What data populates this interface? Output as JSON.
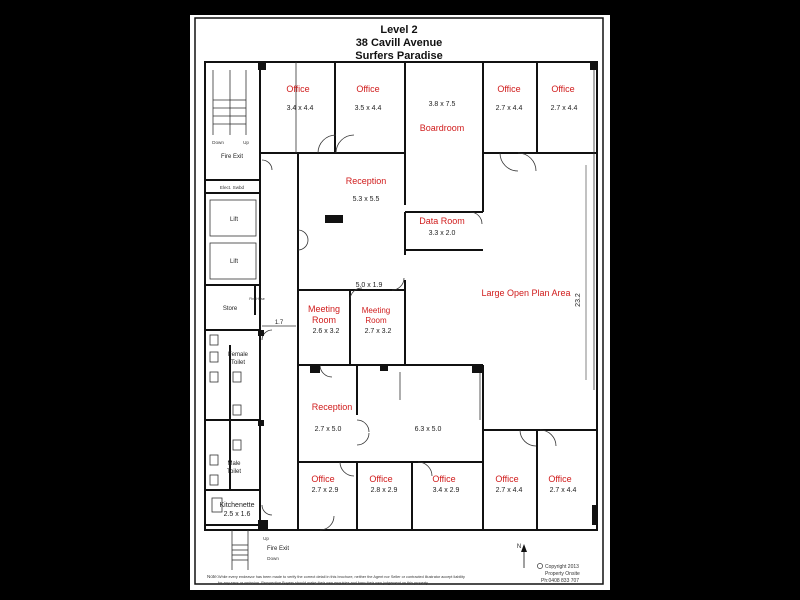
{
  "header": {
    "line1": "Level 2",
    "line2": "38 Cavill Avenue",
    "line3": "Surfers Paradise"
  },
  "rooms": {
    "office_1": {
      "name": "Office",
      "size": "3.4 x 4.4"
    },
    "office_2": {
      "name": "Office",
      "size": "3.5 x 4.4"
    },
    "boardroom": {
      "name": "Boardroom",
      "size": "3.8 x 7.5"
    },
    "office_3": {
      "name": "Office",
      "size": "2.7 x 4.4"
    },
    "office_4": {
      "name": "Office",
      "size": "2.7 x 4.4"
    },
    "reception_1": {
      "name": "Reception",
      "size": "5.3 x 5.5"
    },
    "data_room": {
      "name": "Data Room",
      "size": "3.3 x 2.0"
    },
    "lobby": {
      "size": "5.0 x 1.9"
    },
    "open_plan": {
      "name": "Large Open Plan Area",
      "size": "23.2"
    },
    "meeting_1": {
      "name_l1": "Meeting",
      "name_l2": "Room",
      "size": "2.6 x 3.2"
    },
    "meeting_2": {
      "name_l1": "Meeting",
      "name_l2": "Room",
      "size": "2.7 x 3.2"
    },
    "reception_2": {
      "name": "Reception",
      "size": "2.7 x 5.0"
    },
    "central": {
      "size": "6.3 x 5.0"
    },
    "office_5": {
      "name": "Office",
      "size": "2.7 x 2.9"
    },
    "office_6": {
      "name": "Office",
      "size": "2.8 x 2.9"
    },
    "office_7": {
      "name": "Office",
      "size": "3.4 x 2.9"
    },
    "office_8": {
      "name": "Office",
      "size": "2.7 x 4.4"
    },
    "office_9": {
      "name": "Office",
      "size": "2.7 x 4.4"
    },
    "kitchenette": {
      "name": "Kitchenette",
      "size": "2.5 x 1.6"
    }
  },
  "service": {
    "fire_exit_top": "Fire Exit",
    "down_top": "Down",
    "up_top": "Up",
    "elect": "Elect. Swbd",
    "lift_1": "Lift",
    "lift_2": "Lift",
    "store": "Store",
    "fire_hose": "Fire Hose",
    "corridor": "1.7",
    "female_l1": "Female",
    "female_l2": "Toilet",
    "male_l1": "Male",
    "male_l2": "Toilet",
    "up_bottom": "Up",
    "fire_exit_bottom": "Fire Exit",
    "down_bottom": "Down"
  },
  "footer": {
    "north": "N",
    "note_label": "Note:",
    "note_l1": "While every endeavor has been made to verify the correct detail in this brochure, neither the Agent nor Seller or contracted illustrator accept liability",
    "note_l2": "for any error or omission. Prospective Buyers should make their own enquiries and form their own judgement on this property.",
    "copyright": "Copyright 2013",
    "company": "Property Onsite",
    "phone": "Ph:0408 833 707"
  },
  "colors": {
    "room_label": "#d01c1c",
    "walls": "#111111",
    "background": "#000000",
    "sheet": "#ffffff"
  }
}
